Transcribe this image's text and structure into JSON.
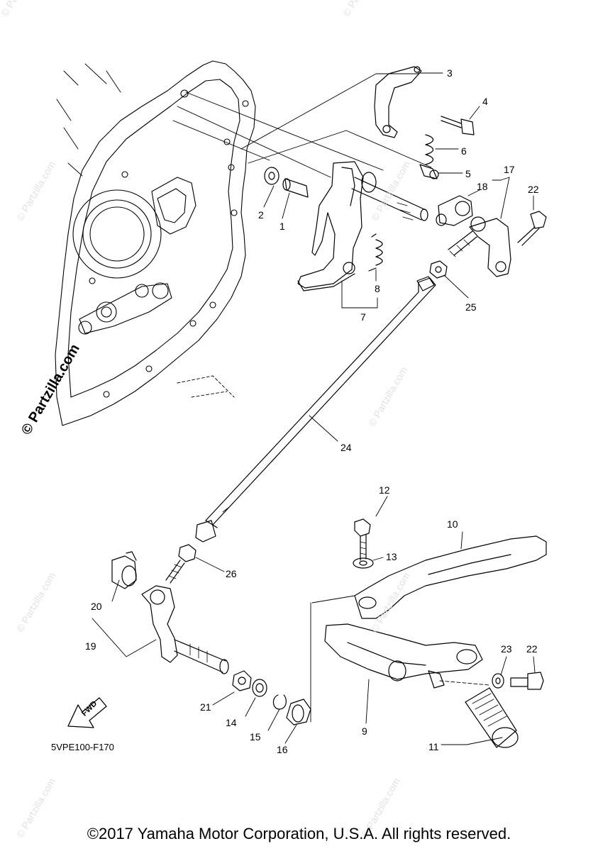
{
  "diagram": {
    "code": "5VPE100-F170",
    "fwd": "FWD",
    "footer": "©2017 Yamaha Motor Corporation, U.S.A. All rights reserved.",
    "watermark_main": "© Partzilla.com",
    "watermark_faint": "© Partzilla.com",
    "callouts": [
      "1",
      "2",
      "3",
      "4",
      "5",
      "6",
      "7",
      "8",
      "9",
      "10",
      "11",
      "12",
      "13",
      "14",
      "15",
      "16",
      "17",
      "18",
      "19",
      "20",
      "21",
      "22",
      "22",
      "23",
      "24",
      "25",
      "26"
    ]
  }
}
